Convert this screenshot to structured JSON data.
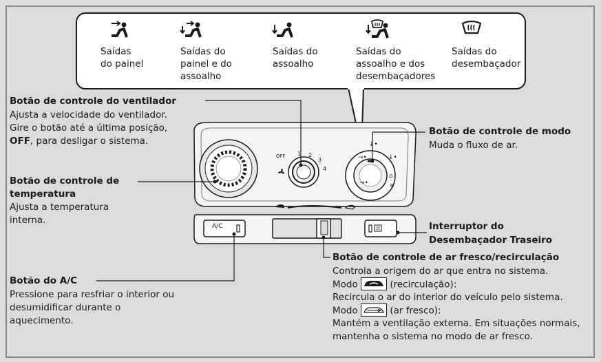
{
  "modes": [
    {
      "icon": "dashboard-vent-mode-icon",
      "lines": [
        "Saídas",
        "do painel"
      ]
    },
    {
      "icon": "dashboard-floor-vent-mode-icon",
      "lines": [
        "Saídas do",
        "painel e do",
        "assoalho"
      ]
    },
    {
      "icon": "floor-vent-mode-icon",
      "lines": [
        "Saídas do",
        "assoalho"
      ]
    },
    {
      "icon": "floor-defrost-mode-icon",
      "lines": [
        "Saídas do",
        "assoalho e dos",
        "desembaçadores"
      ]
    },
    {
      "icon": "defrost-mode-icon",
      "lines": [
        "Saídas do",
        "desembaçador"
      ]
    }
  ],
  "fan": {
    "title": "Botão de controle do ventilador",
    "desc1": "Ajusta a velocidade do ventilador.",
    "desc2": "Gire o botão até a última posição,",
    "desc3_bold": "OFF",
    "desc3_rest": ", para desligar o sistema."
  },
  "temp": {
    "title1": "Botão de controle de",
    "title2": "temperatura",
    "desc1": "Ajusta a temperatura",
    "desc2": "interna."
  },
  "ac": {
    "title": "Botão do A/C",
    "desc1": "Pressione para resfriar o interior ou",
    "desc2": "desumidificar durante o",
    "desc3": "aquecimento."
  },
  "mode": {
    "title": "Botão de controle de modo",
    "desc": "Muda o fluxo de ar."
  },
  "rear": {
    "title1": "Interruptor do",
    "title2": "Desembaçador Traseiro"
  },
  "recirc": {
    "title": "Botão de controle de ar fresco/recirculação",
    "desc1": "Controla a origem do ar que entra no sistema.",
    "m1_pre": "Modo",
    "m1_post": "(recirculação):",
    "desc2": "Recircula o ar do interior do veículo pelo sistema.",
    "m2_pre": "Modo",
    "m2_post": "(ar fresco):",
    "desc3": "Mantém a ventilação externa. Em situações normais,",
    "desc4": "mantenha o sistema no modo de ar fresco."
  },
  "panel_labels": {
    "ac_button": "A/C",
    "fan_off": "OFF",
    "fan_1": "1",
    "fan_2": "2",
    "fan_3": "3",
    "fan_4": "4"
  }
}
